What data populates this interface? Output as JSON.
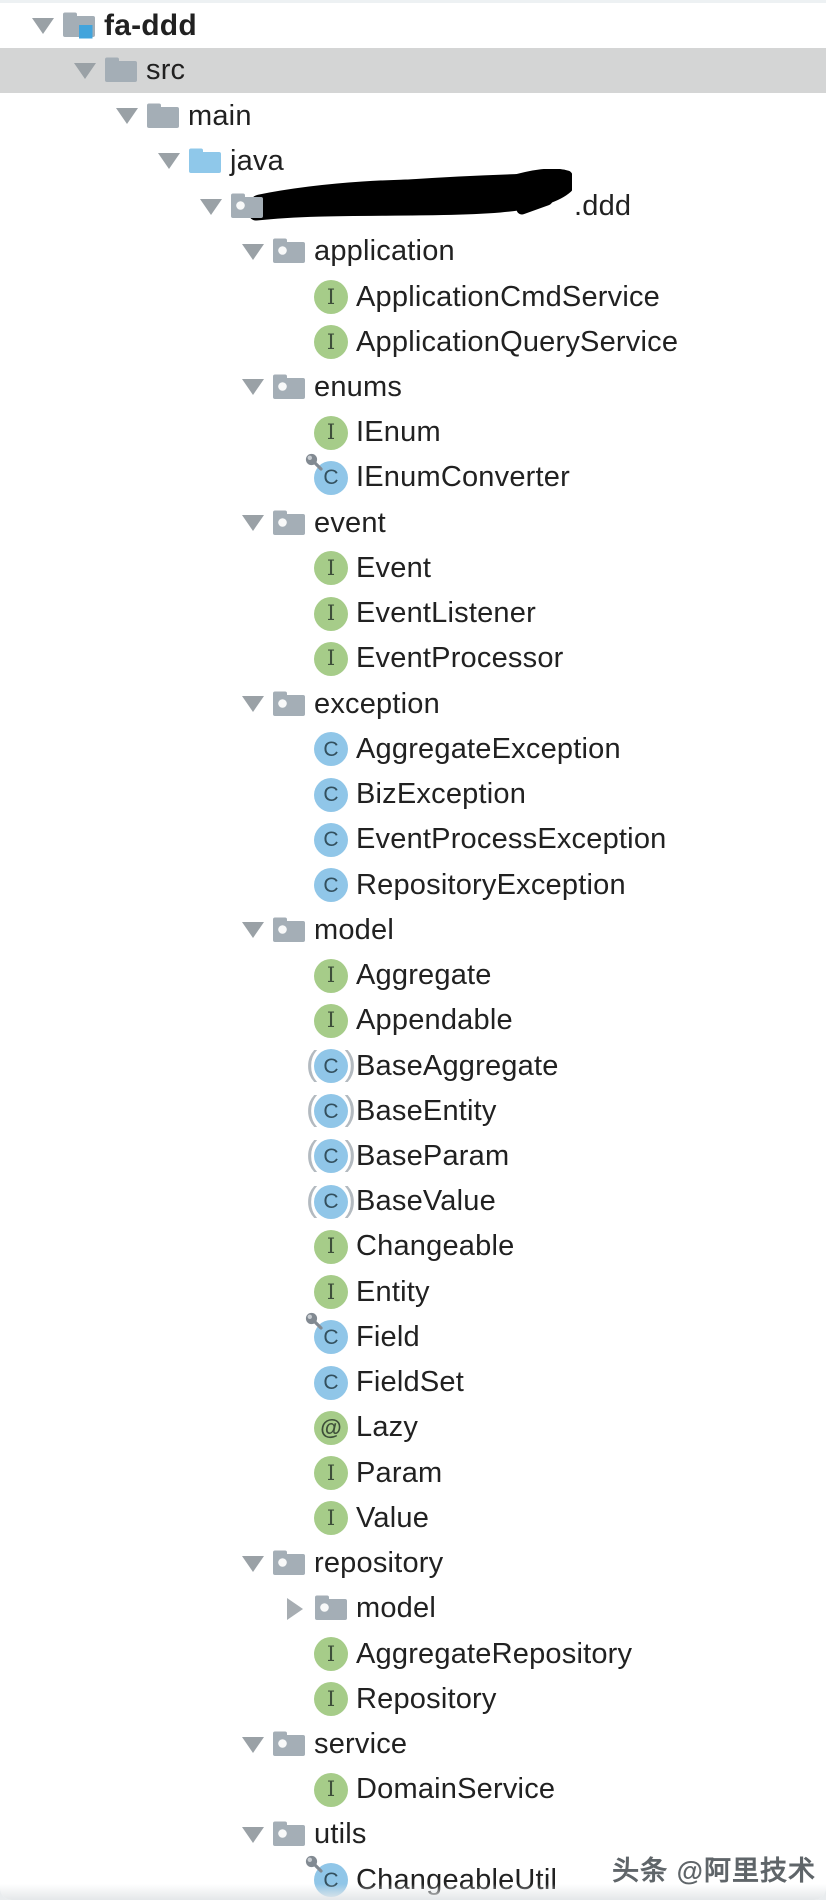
{
  "window": {
    "type": "ide-project-tree",
    "selected_item": "src"
  },
  "colors": {
    "background": "#ffffff",
    "selected_row_bg": "#d4d5d5",
    "text": "#212121",
    "triangle": "#9aa1a6",
    "triangle_closed": "#a7adb2",
    "folder": "#a4aeb6",
    "source_folder": "#8fc8ea",
    "interface_bg": "#a6cc89",
    "interface_fg": "#3e4f3a",
    "class_bg": "#90c6e8",
    "class_fg": "#33505e",
    "annotation_bg": "#a6cc89",
    "project_accent": "#42a4dc",
    "paren": "#b3bac0",
    "pin": "#828a92",
    "watermark": "#5f6569",
    "redaction": "#000000"
  },
  "tree": {
    "rows": [
      {
        "label": "fa-ddd",
        "level": 0,
        "icon": "project",
        "expand": "open",
        "bold": true
      },
      {
        "label": "src",
        "level": 1,
        "icon": "folder",
        "expand": "open",
        "selected": true
      },
      {
        "label": "main",
        "level": 2,
        "icon": "folder",
        "expand": "open"
      },
      {
        "label": "java",
        "level": 3,
        "icon": "source-folder",
        "expand": "open"
      },
      {
        "label": ".ddd",
        "level": 4,
        "icon": "package",
        "expand": "open",
        "redacted": true,
        "name": "redacted-package"
      },
      {
        "label": "application",
        "level": 5,
        "icon": "package",
        "expand": "open"
      },
      {
        "label": "ApplicationCmdService",
        "level": 6,
        "icon": "interface",
        "expand": "none"
      },
      {
        "label": "ApplicationQueryService",
        "level": 6,
        "icon": "interface",
        "expand": "none"
      },
      {
        "label": "enums",
        "level": 5,
        "icon": "package",
        "expand": "open"
      },
      {
        "label": "IEnum",
        "level": 6,
        "icon": "interface",
        "expand": "none"
      },
      {
        "label": "IEnumConverter",
        "level": 6,
        "icon": "class-final",
        "expand": "none"
      },
      {
        "label": "event",
        "level": 5,
        "icon": "package",
        "expand": "open"
      },
      {
        "label": "Event",
        "level": 6,
        "icon": "interface",
        "expand": "none"
      },
      {
        "label": "EventListener",
        "level": 6,
        "icon": "interface",
        "expand": "none"
      },
      {
        "label": "EventProcessor",
        "level": 6,
        "icon": "interface",
        "expand": "none"
      },
      {
        "label": "exception",
        "level": 5,
        "icon": "package",
        "expand": "open"
      },
      {
        "label": "AggregateException",
        "level": 6,
        "icon": "class",
        "expand": "none"
      },
      {
        "label": "BizException",
        "level": 6,
        "icon": "class",
        "expand": "none"
      },
      {
        "label": "EventProcessException",
        "level": 6,
        "icon": "class",
        "expand": "none"
      },
      {
        "label": "RepositoryException",
        "level": 6,
        "icon": "class",
        "expand": "none"
      },
      {
        "label": "model",
        "level": 5,
        "icon": "package",
        "expand": "open"
      },
      {
        "label": "Aggregate",
        "level": 6,
        "icon": "interface",
        "expand": "none"
      },
      {
        "label": "Appendable",
        "level": 6,
        "icon": "interface",
        "expand": "none"
      },
      {
        "label": "BaseAggregate",
        "level": 6,
        "icon": "class-abstract",
        "expand": "none"
      },
      {
        "label": "BaseEntity",
        "level": 6,
        "icon": "class-abstract",
        "expand": "none"
      },
      {
        "label": "BaseParam",
        "level": 6,
        "icon": "class-abstract",
        "expand": "none"
      },
      {
        "label": "BaseValue",
        "level": 6,
        "icon": "class-abstract",
        "expand": "none"
      },
      {
        "label": "Changeable",
        "level": 6,
        "icon": "interface",
        "expand": "none"
      },
      {
        "label": "Entity",
        "level": 6,
        "icon": "interface",
        "expand": "none"
      },
      {
        "label": "Field",
        "level": 6,
        "icon": "class-final",
        "expand": "none"
      },
      {
        "label": "FieldSet",
        "level": 6,
        "icon": "class",
        "expand": "none"
      },
      {
        "label": "Lazy",
        "level": 6,
        "icon": "annotation",
        "expand": "none"
      },
      {
        "label": "Param",
        "level": 6,
        "icon": "interface",
        "expand": "none"
      },
      {
        "label": "Value",
        "level": 6,
        "icon": "interface",
        "expand": "none"
      },
      {
        "label": "repository",
        "level": 5,
        "icon": "package",
        "expand": "open"
      },
      {
        "label": "model",
        "level": 6,
        "icon": "package",
        "expand": "closed",
        "name": "repository-model"
      },
      {
        "label": "AggregateRepository",
        "level": 6,
        "icon": "interface",
        "expand": "none"
      },
      {
        "label": "Repository",
        "level": 6,
        "icon": "interface",
        "expand": "none"
      },
      {
        "label": "service",
        "level": 5,
        "icon": "package",
        "expand": "open"
      },
      {
        "label": "DomainService",
        "level": 6,
        "icon": "interface",
        "expand": "none"
      },
      {
        "label": "utils",
        "level": 5,
        "icon": "package",
        "expand": "open"
      },
      {
        "label": "ChangeableUtil",
        "level": 6,
        "icon": "class-final",
        "expand": "none"
      }
    ]
  },
  "watermark": {
    "text": "头条 @阿里技术"
  }
}
